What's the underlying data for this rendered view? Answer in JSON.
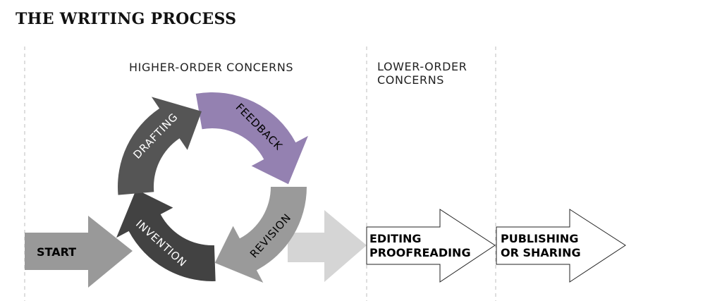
{
  "title": "THE WRITING PROCESS",
  "higher_order_label": "HIGHER-ORDER CONCERNS",
  "lower_order_label": [
    "LOWER-ORDER",
    "CONCERNS"
  ],
  "cycle": {
    "drafting": "DRAFTING",
    "feedback": "FEEDBACK",
    "revision": "REVISION",
    "invention": "INVENTION"
  },
  "start_label": "START",
  "editing_box": [
    "EDITING",
    "PROOFREADING"
  ],
  "publishing_box": [
    "PUBLISHING",
    "OR SHARING"
  ],
  "colors": {
    "drafting": "#555555",
    "feedback": "#9481b1",
    "revision": "#9a9a9a",
    "invention": "#424242",
    "start": "#999999",
    "connector": "#d5d5d5"
  }
}
